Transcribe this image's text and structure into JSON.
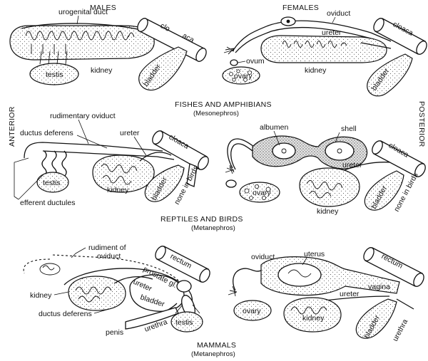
{
  "sections": {
    "fish": {
      "title": "FISHES AND AMPHIBIANS",
      "subtitle": "(Mesonephros)"
    },
    "reptile": {
      "title": "REPTILES AND BIRDS",
      "subtitle": "(Metanephros)"
    },
    "mammal": {
      "title": "MAMMALS",
      "subtitle": "(Metanephros)"
    }
  },
  "columns": {
    "male": "MALES",
    "female": "FEMALES"
  },
  "orientation": {
    "anterior": "ANTERIOR",
    "posterior": "POSTERIOR"
  },
  "labels": {
    "fish_male": {
      "urogenital_duct": "urogenital duct",
      "clo": "clo",
      "aca": "aca",
      "kidney": "kidney",
      "testis": "testis",
      "bladder": "bladder"
    },
    "fish_female": {
      "oviduct": "oviduct",
      "ureter": "ureter",
      "cloaca": "cloaca",
      "ovum": "ovum",
      "ovary": "ovary",
      "kidney": "kidney",
      "bladder": "bladder"
    },
    "rep_male": {
      "rudimentary_oviduct": "rudimentary oviduct",
      "ductus_deferens": "ductus deferens",
      "ureter": "ureter",
      "cloaca": "cloaca",
      "testis": "testis",
      "kidney": "kidney",
      "bladder": "bladder",
      "none_in_birds": "none in birds",
      "efferent_ductules": "efferent ductules"
    },
    "rep_female": {
      "albumen": "albumen",
      "shell": "shell",
      "ureter": "ureter",
      "cloaca": "cloaca",
      "ovary": "ovary",
      "kidney": "kidney",
      "bladder": "bladder",
      "none_in_birds": "none in birds"
    },
    "mam_male": {
      "rudiment_of": "rudiment of",
      "oviduct": "oviduct",
      "rectum": "rectum",
      "prostate_gl": "prostate gl.",
      "kidney": "kidney",
      "ureter": "ureter",
      "bladder": "bladder",
      "ductus_deferens": "ductus deferens",
      "urethra": "urethra",
      "penis": "penis",
      "testis": "testis"
    },
    "mam_female": {
      "oviduct": "oviduct",
      "uterus": "uterus",
      "rectum": "rectum",
      "vagina": "vagina",
      "ureter": "ureter",
      "ovary": "ovary",
      "kidney": "kidney",
      "bladder": "bladder",
      "urethra": "urethra"
    }
  }
}
